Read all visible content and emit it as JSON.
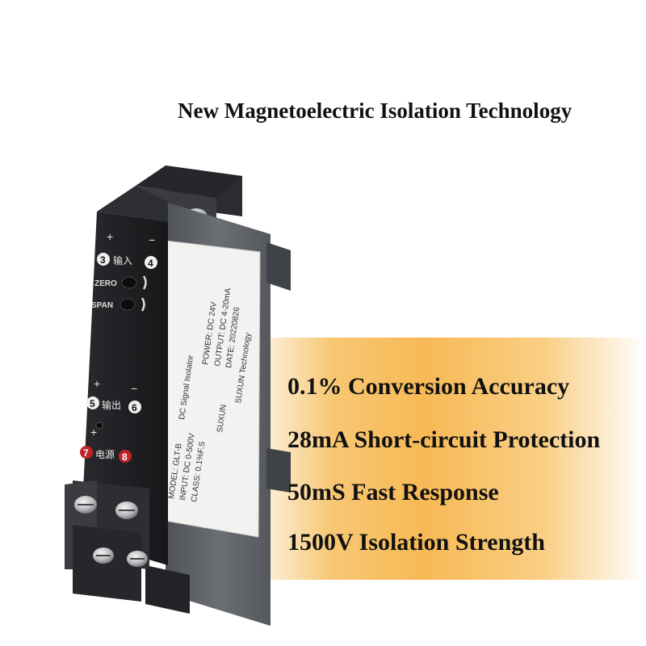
{
  "headline": "New Magnetoelectric Isolation Technology",
  "features": [
    "0.1% Conversion Accuracy",
    "28mA Short-circuit Protection",
    "50mS Fast Response",
    "1500V Isolation Strength"
  ],
  "device": {
    "front_panel": {
      "plus_top": "+",
      "minus_top": "−",
      "terminal_3": "3",
      "terminal_4": "4",
      "input_label": "输入",
      "zero_label": "ZERO",
      "span_label": "SPAN",
      "plus_mid": "+",
      "minus_mid": "−",
      "terminal_5": "5",
      "terminal_6": "6",
      "output_label": "输出",
      "plus_bottom": "+",
      "terminal_7": "7",
      "terminal_8": "8",
      "power_label": "电源"
    },
    "side_label": {
      "line1": "DC Signal Isolator",
      "line2": "MODEL: GLT-B",
      "line3": "INPUT: DC 0-500V",
      "line4": "CLASS: 0.1%F.S",
      "line5": "POWER: DC 24V",
      "line6": "OUTPUT: DC 4-20mA",
      "line7": "DATE: 20220826",
      "line8": "SUXUN",
      "line9": "SUXUN Technology"
    }
  },
  "colors": {
    "accent_gradient": "#f7b955",
    "front_panel": "#1e1e22",
    "housing": "#5a5d62",
    "terminal_red": "#c0242b"
  }
}
